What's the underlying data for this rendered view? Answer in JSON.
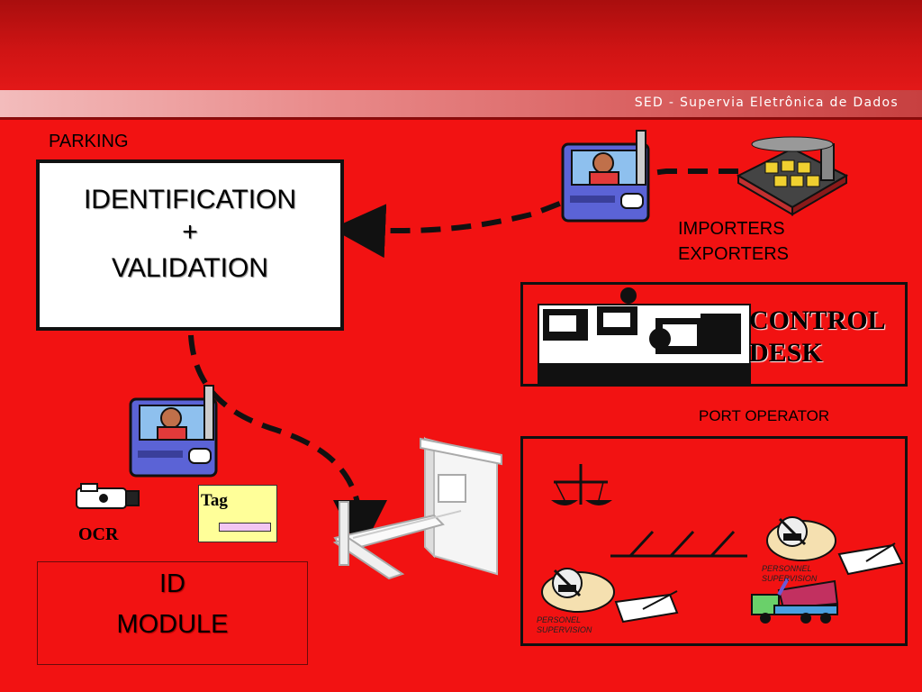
{
  "header": {
    "brand": "SED - Supervia Eletrônica de Dados"
  },
  "labels": {
    "parking": "PARKING",
    "identification": "IDENTIFICATION",
    "plus": "+",
    "validation": "VALIDATION",
    "importers": "IMPORTERS",
    "exporters": "EXPORTERS",
    "control": "CONTROL",
    "desk": "DESK",
    "port_operator": "PORT OPERATOR",
    "tag": "Tag",
    "ocr": "OCR",
    "id": "ID",
    "module": "MODULE",
    "personnel_supervision_1": "PERSONNEL",
    "personnel_supervision_2": "SUPERVISION",
    "personel_supervision_1": "PERSONEL",
    "personel_supervision_2": "SUPERVISION"
  },
  "colors": {
    "background": "#f21212",
    "header_dark": "#a90e0e",
    "box_border": "#111111",
    "tag_fill": "#ffff99",
    "tag_strip": "#f2c6f2",
    "truck_blue": "#5b63d6"
  },
  "icons": [
    "truck-icon",
    "factory-icon",
    "computer-workstation-icon",
    "video-camera-icon",
    "tag-icon",
    "gate-booth-icon",
    "scales-icon",
    "supervisor-icon",
    "notepad-icon",
    "dump-truck-icon"
  ]
}
